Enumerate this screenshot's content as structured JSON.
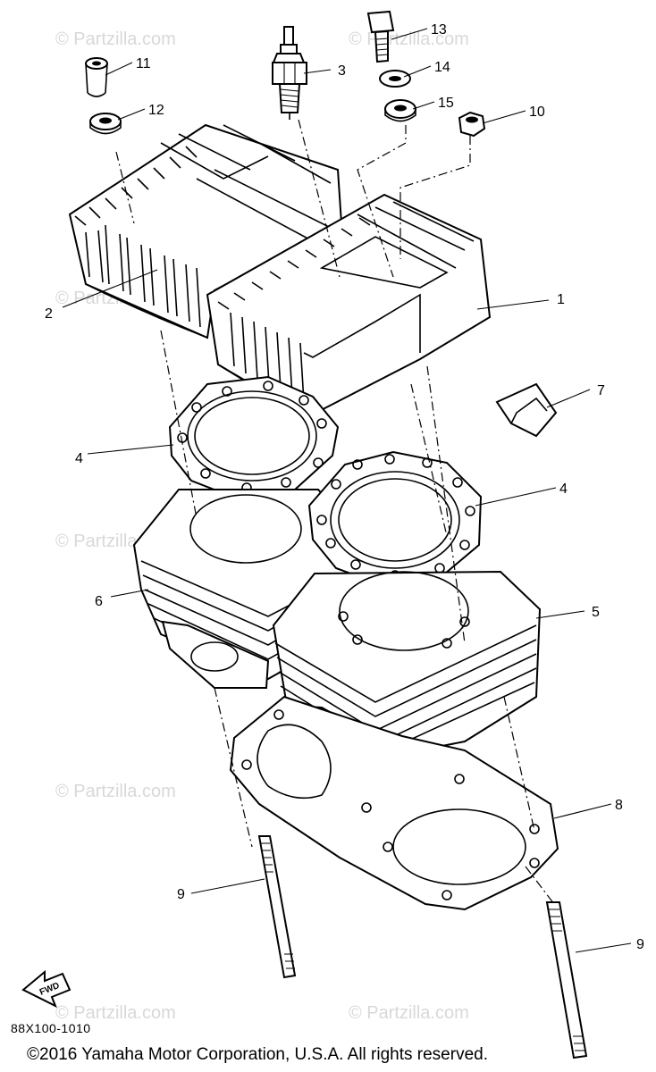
{
  "watermark": "© Partzilla.com",
  "callouts": [
    "1",
    "2",
    "3",
    "4",
    "4",
    "5",
    "6",
    "7",
    "8",
    "9",
    "9",
    "10",
    "11",
    "12",
    "13",
    "14",
    "15"
  ],
  "fwd_label": "FWD",
  "part_code": "88X100-1010",
  "copyright": "©2016 Yamaha Motor Corporation, U.S.A. All rights reserved."
}
